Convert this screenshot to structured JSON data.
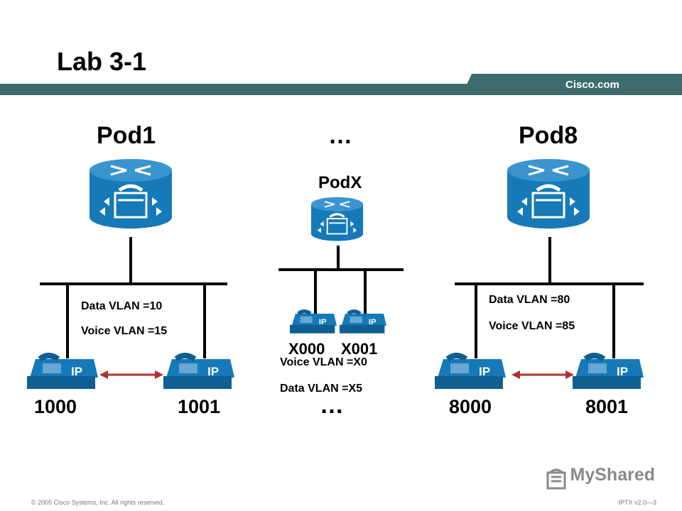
{
  "slide": {
    "title": "Lab 3-1",
    "brand": "Cisco.com",
    "footer_left": "© 2005 Cisco Systems, Inc. All rights reserved.",
    "footer_right": "IPTX v2.0—3",
    "watermark": "MyShared"
  },
  "colors": {
    "band": "#3e6b6b",
    "router_blue": "#1679b8",
    "phone_blue": "#1679b8",
    "link_red": "#b03030"
  },
  "pods": {
    "pod1": {
      "title": "Pod1",
      "data_vlan": "Data VLAN =10",
      "voice_vlan": "Voice VLAN =15",
      "phones": [
        "1000",
        "1001"
      ]
    },
    "podx": {
      "ellipsis_top": "…",
      "title": "PodX",
      "phones": [
        "X000",
        "X001"
      ],
      "voice_vlan": "Voice VLAN =X0",
      "data_vlan": "Data VLAN =X5",
      "ellipsis_bottom": "…"
    },
    "pod8": {
      "title": "Pod8",
      "data_vlan": "Data VLAN =80",
      "voice_vlan": "Voice VLAN =85",
      "phones": [
        "8000",
        "8001"
      ]
    }
  },
  "icons": {
    "router": "voice-router-icon",
    "phone": "ip-phone-icon",
    "phone_badge": "IP"
  }
}
